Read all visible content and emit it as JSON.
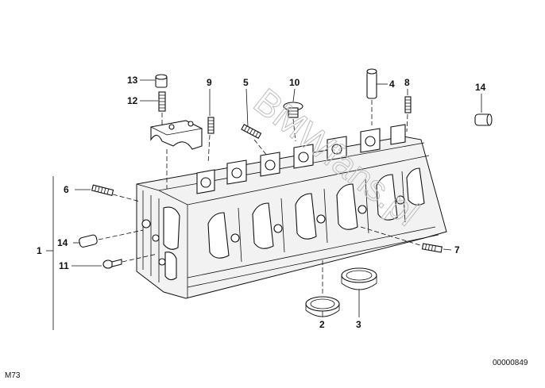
{
  "diagram": {
    "callouts": [
      {
        "id": "1",
        "label": "1"
      },
      {
        "id": "2",
        "label": "2"
      },
      {
        "id": "3",
        "label": "3"
      },
      {
        "id": "4",
        "label": "4"
      },
      {
        "id": "5",
        "label": "5"
      },
      {
        "id": "6",
        "label": "6"
      },
      {
        "id": "7",
        "label": "7"
      },
      {
        "id": "8",
        "label": "8"
      },
      {
        "id": "9",
        "label": "9"
      },
      {
        "id": "10",
        "label": "10"
      },
      {
        "id": "11",
        "label": "11"
      },
      {
        "id": "12",
        "label": "12"
      },
      {
        "id": "13",
        "label": "13"
      },
      {
        "id": "14a",
        "label": "14"
      },
      {
        "id": "14b",
        "label": "14"
      }
    ],
    "bottom_left_code": "M73",
    "bottom_right_code": "00000849",
    "watermark": "BMWfans.pl"
  }
}
